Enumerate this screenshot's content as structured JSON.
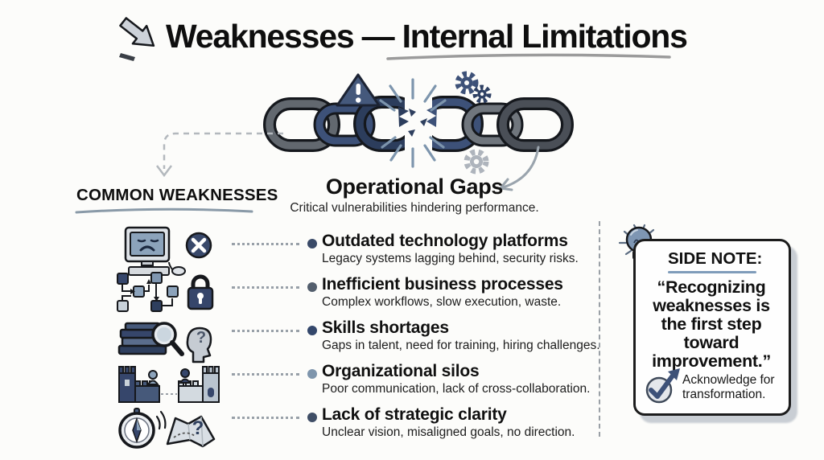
{
  "header": {
    "icon": "arrow-down-right-icon",
    "title": "Weaknesses — Internal Limitations"
  },
  "hero": {
    "illustration": "broken-chain-illustration",
    "decorations": [
      "warning-triangle-icon",
      "gears-icon",
      "gear-icon",
      "burst-rays",
      "curved-arrow-icon"
    ],
    "heading": "Operational Gaps",
    "subheading": "Critical vulnerabilities hindering performance."
  },
  "common": {
    "heading": "COMMON WEAKNESSES",
    "connector": "dashed-arrow-icon",
    "icons": [
      "outdated-computer-icon",
      "process-flow-lock-icon",
      "books-magnifier-head-icon",
      "castle-silos-icon",
      "compass-map-icon"
    ]
  },
  "weaknesses": [
    {
      "title": "Outdated technology platforms",
      "desc": "Legacy systems lagging behind, security risks.",
      "bullet_color": "#3a4a68"
    },
    {
      "title": "Inefficient business processes",
      "desc": "Complex workflows, slow execution, waste.",
      "bullet_color": "#535e6d"
    },
    {
      "title": "Skills shortages",
      "desc": "Gaps in talent, need for training, hiring challenges.",
      "bullet_color": "#33476b"
    },
    {
      "title": "Organizational silos",
      "desc": "Poor communication, lack of cross-collaboration.",
      "bullet_color": "#7e95ac"
    },
    {
      "title": "Lack of strategic clarity",
      "desc": "Unclear vision, misaligned goals, no direction.",
      "bullet_color": "#3f4e66"
    }
  ],
  "side_note": {
    "icon": "lightbulb-icon",
    "label": "SIDE NOTE:",
    "quote": "“Recognizing weaknesses is the first step toward improvement.”",
    "action_icon": "check-arrow-icon",
    "action": "Acknowledge for transformation."
  },
  "colors": {
    "navy": "#3d5178",
    "dark_navy": "#2e3f5e",
    "slate": "#7d95ad",
    "link_gray": "#62686f",
    "underline_gray": "#9b9b9b",
    "side_underline_blue": "#7f9cba",
    "panel_shadow": "#c9ced4",
    "background": "#fcfcfa"
  }
}
